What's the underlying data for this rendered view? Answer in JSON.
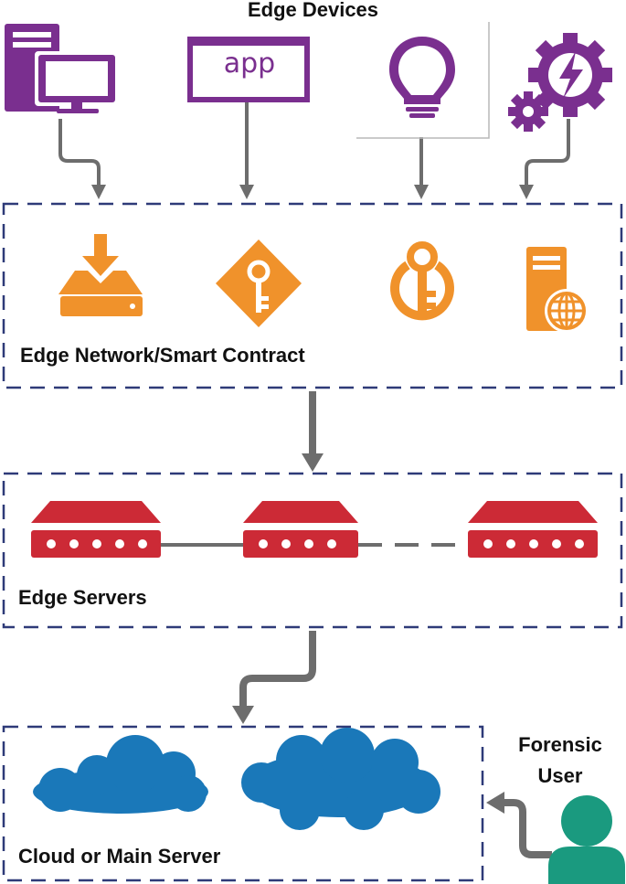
{
  "title": "Edge Devices",
  "layers": {
    "network": "Edge Network/Smart Contract",
    "servers": "Edge Servers",
    "cloud": "Cloud or Main Server"
  },
  "forensic_user": "Forensic User",
  "app_icon_text": "app",
  "colors": {
    "purple": "#7a2f8f",
    "orange": "#f0922b",
    "red": "#cc2a36",
    "blue": "#1a78b9",
    "teal": "#1a9a7f",
    "gray": "#6d6d6d",
    "dash": "#2e3a78"
  },
  "icons": {
    "devices": [
      "desktop-computer-icon",
      "app-window-icon",
      "lightbulb-icon",
      "gears-icon"
    ],
    "network": [
      "download-drive-icon",
      "key-diamond-icon",
      "key-power-icon",
      "web-server-icon"
    ],
    "servers": [
      "router-icon",
      "router-icon",
      "router-icon"
    ],
    "cloud": [
      "cloud-icon",
      "cloud-icon"
    ],
    "user": "user-icon"
  }
}
